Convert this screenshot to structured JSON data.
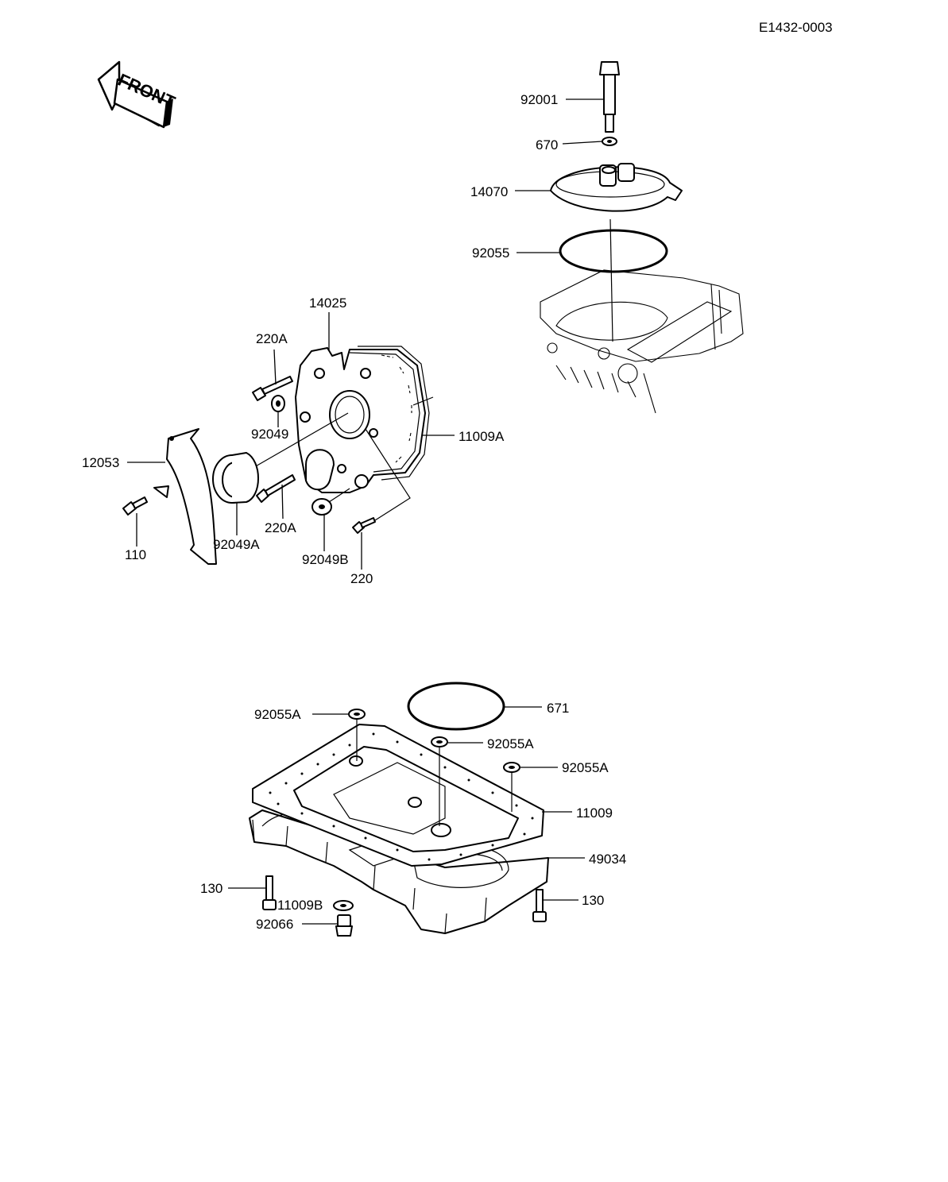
{
  "diagram_code": "E1432-0003",
  "front_label": "FRONT",
  "labels": {
    "p92001": "92001",
    "p670": "670",
    "p14070": "14070",
    "p92055": "92055",
    "p14025": "14025",
    "p220A_top": "220A",
    "p92049": "92049",
    "p11009A": "11009A",
    "p12053": "12053",
    "p220A_bottom": "220A",
    "p110": "110",
    "p92049A": "92049A",
    "p92049B": "92049B",
    "p220": "220",
    "p671": "671",
    "p92055A_1": "92055A",
    "p92055A_2": "92055A",
    "p92055A_3": "92055A",
    "p11009": "11009",
    "p49034": "49034",
    "p130_left": "130",
    "p130_right": "130",
    "p11009B": "11009B",
    "p92066": "92066"
  }
}
